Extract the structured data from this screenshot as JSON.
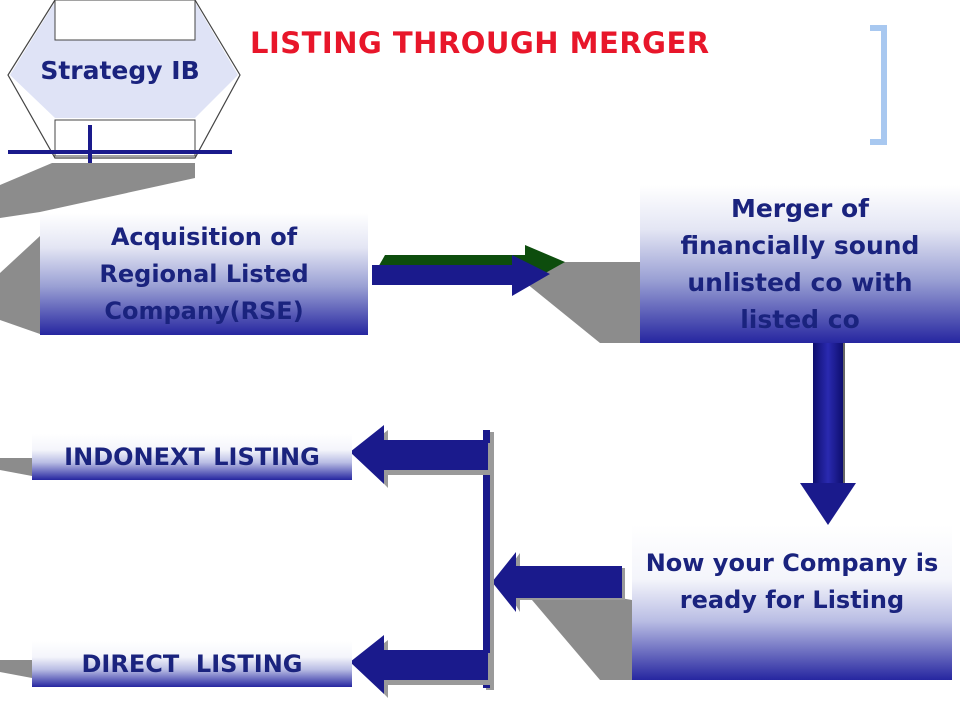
{
  "title": "LISTING THROUGH MERGER",
  "logo": {
    "label": "Strategy IB"
  },
  "boxes": {
    "acquisition": "Acquisition of Regional Listed Company(RSE)",
    "merger": "Merger of financially sound unlisted co with listed co",
    "ready": "Now your Company is ready for Listing",
    "indonext": "INDONEXT LISTING",
    "direct": "DIRECT  LISTING"
  },
  "colors": {
    "title": "#e8162a",
    "text": "#1a237e",
    "arrow": "#1a1a8c",
    "shadow": "#8a8a8a",
    "bracket": "#a8c8f0"
  }
}
